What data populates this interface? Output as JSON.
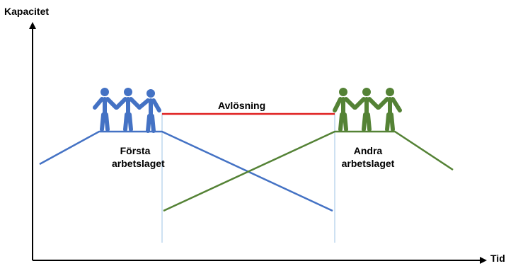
{
  "axes": {
    "y_label": "Kapacitet",
    "x_label": "Tid"
  },
  "relief": {
    "label": "Avlösning",
    "color": "#e02020"
  },
  "crews": [
    {
      "line1": "Första",
      "line2": "arbetslaget",
      "color": "#4472c4",
      "icon": "three-people-holding-hands-icon"
    },
    {
      "line1": "Andra",
      "line2": "arbetslaget",
      "color": "#548235",
      "icon": "three-people-holding-hands-icon"
    }
  ]
}
